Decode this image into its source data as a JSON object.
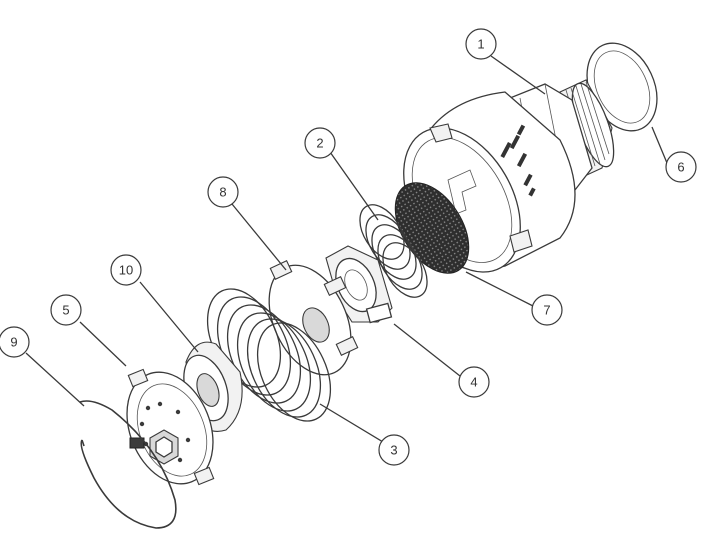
{
  "diagram": {
    "callouts": [
      {
        "id": "1",
        "label": "1"
      },
      {
        "id": "2",
        "label": "2"
      },
      {
        "id": "3",
        "label": "3"
      },
      {
        "id": "4",
        "label": "4"
      },
      {
        "id": "5",
        "label": "5"
      },
      {
        "id": "6",
        "label": "6"
      },
      {
        "id": "7",
        "label": "7"
      },
      {
        "id": "8",
        "label": "8"
      },
      {
        "id": "9",
        "label": "9"
      },
      {
        "id": "10",
        "label": "10"
      }
    ]
  },
  "colors": {
    "line": "#3a3a3a",
    "mesh": "#3c3c3c",
    "background": "#ffffff"
  }
}
